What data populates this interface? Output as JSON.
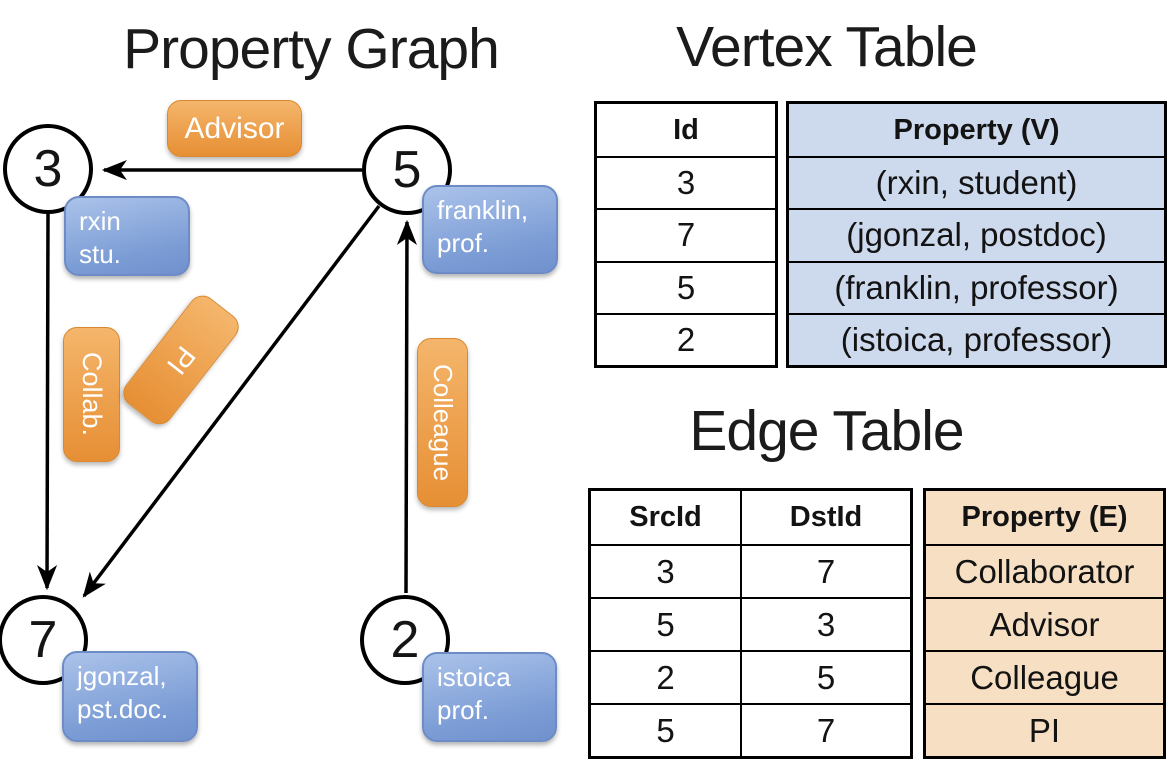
{
  "graph": {
    "title": "Property Graph",
    "nodes": [
      {
        "id": "3",
        "property_lines": [
          "rxin",
          "stu."
        ]
      },
      {
        "id": "5",
        "property_lines": [
          "franklin,",
          "prof."
        ]
      },
      {
        "id": "7",
        "property_lines": [
          "jgonzal,",
          "pst.doc."
        ]
      },
      {
        "id": "2",
        "property_lines": [
          "istoica",
          "prof."
        ]
      }
    ],
    "edges": [
      {
        "label": "Advisor",
        "src": "5",
        "dst": "3"
      },
      {
        "label": "Collab.",
        "src": "3",
        "dst": "7"
      },
      {
        "label": "PI",
        "src": "5",
        "dst": "7"
      },
      {
        "label": "Colleague",
        "src": "2",
        "dst": "5"
      }
    ]
  },
  "vertex_table": {
    "title": "Vertex Table",
    "headers": {
      "id": "Id",
      "property": "Property (V)"
    },
    "rows": [
      {
        "id": "3",
        "property": "(rxin, student)"
      },
      {
        "id": "7",
        "property": "(jgonzal, postdoc)"
      },
      {
        "id": "5",
        "property": "(franklin, professor)"
      },
      {
        "id": "2",
        "property": "(istoica, professor)"
      }
    ]
  },
  "edge_table": {
    "title": "Edge Table",
    "headers": {
      "src": "SrcId",
      "dst": "DstId",
      "property": "Property (E)"
    },
    "rows": [
      {
        "src": "3",
        "dst": "7",
        "property": "Collaborator"
      },
      {
        "src": "5",
        "dst": "3",
        "property": "Advisor"
      },
      {
        "src": "2",
        "dst": "5",
        "property": "Colleague"
      },
      {
        "src": "5",
        "dst": "7",
        "property": "PI"
      }
    ]
  },
  "colors": {
    "edge_label_orange": "#eda04c",
    "vertex_label_blue": "#7b9cd5",
    "vertex_property_cell_blue": "#cdd9ec",
    "edge_property_cell_tan": "#f6dfc3",
    "line_black": "#000000"
  }
}
